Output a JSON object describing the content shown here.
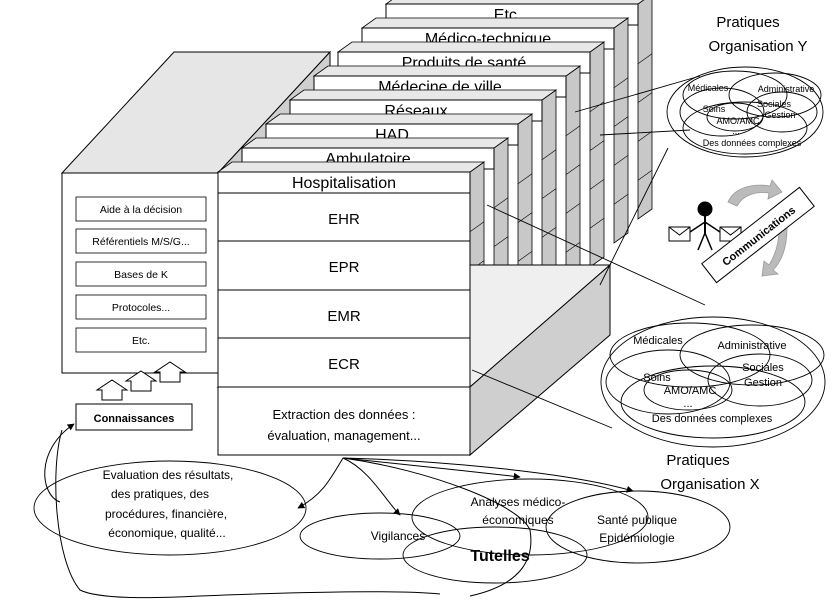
{
  "stack_layers": [
    "Etc...",
    "Médico-technique",
    "Produits de santé",
    "Médecine de ville",
    "Réseaux",
    "HAD",
    "Ambulatoire",
    "Hospitalisation"
  ],
  "records": [
    "EHR",
    "EPR",
    "EMR",
    "ECR"
  ],
  "extraction": [
    "Extraction des données :",
    "évaluation, management..."
  ],
  "knowledge_tools": [
    "Aide à la décision",
    "Référentiels M/S/G...",
    "Bases de K",
    "Protocoles...",
    "Etc."
  ],
  "knowledge_label": "Connaissances",
  "org_y": {
    "title_lines": [
      "Pratiques",
      "Organisation Y"
    ],
    "labels": [
      "Médicales",
      "Administrative",
      "Sociales",
      "Gestion",
      "Soins",
      "AMO/AMC",
      "...",
      "Des données complexes"
    ]
  },
  "org_x": {
    "title_lines": [
      "Pratiques",
      "Organisation X"
    ],
    "labels": [
      "Médicales",
      "Administrative",
      "Sociales",
      "Gestion",
      "Soins",
      "AMO/AMC",
      "...",
      "Des données complexes"
    ]
  },
  "communications": "Communications",
  "evaluation": [
    "Evaluation des résultats,",
    "des pratiques, des",
    "procédures, financière,",
    "économique, qualité..."
  ],
  "analyses": [
    "Analyses médico-",
    "économiques"
  ],
  "sante_publique": [
    "Santé publique",
    "Epidémiologie"
  ],
  "vigilances": "Vigilances",
  "tutelles": "Tutelles"
}
